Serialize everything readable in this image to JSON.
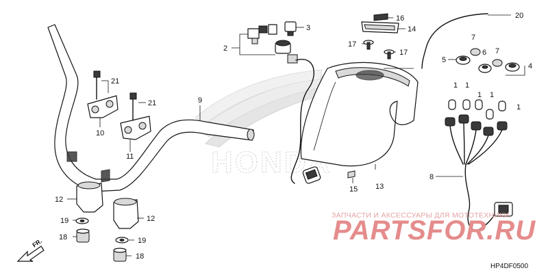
{
  "diagram": {
    "callouts": {
      "p1": [
        "1",
        "1",
        "1",
        "1",
        "1"
      ],
      "p2": "2",
      "p3": "3",
      "p4": "4",
      "p5": "5",
      "p6": "6",
      "p7": [
        "7",
        "7"
      ],
      "p8": "8",
      "p9": "9",
      "p10": "10",
      "p11": "11",
      "p12": [
        "12",
        "12"
      ],
      "p13": "13",
      "p14": "14",
      "p15": "15",
      "p16": "16",
      "p17": [
        "17",
        "17"
      ],
      "p18": [
        "18",
        "18"
      ],
      "p19": [
        "19",
        "19"
      ],
      "p20": "20",
      "p21": [
        "21",
        "21"
      ]
    },
    "front_marker": "FR.",
    "diagram_code": "HP4DF0500",
    "brand_watermark": "HONDA"
  },
  "watermark": {
    "text": "ЗАПЧАСТИ И АКСЕССУАРЫ ДЛЯ МОТОТЕХНИКИ",
    "logo": "PARTSFOR.RU",
    "color": "#e58c8c"
  }
}
